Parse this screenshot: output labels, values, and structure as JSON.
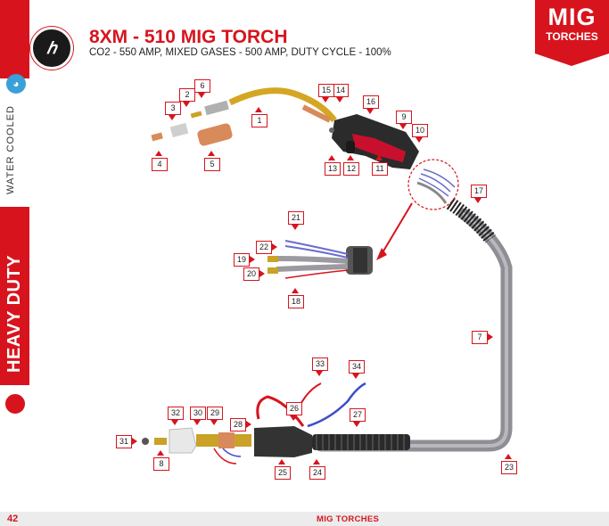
{
  "header": {
    "title": "8XM - 510 MIG TORCH",
    "subtitle": "CO2 - 550 AMP, MIXED GASES - 500 AMP, DUTY CYCLE - 100%"
  },
  "badge": {
    "line1": "MIG",
    "line2": "TORCHES"
  },
  "side": {
    "water": "WATER COOLED",
    "heavy": "HEAVY DUTY"
  },
  "footer": {
    "page": "42",
    "section": "MIG TORCHES"
  },
  "callouts": [
    "1",
    "2",
    "3",
    "4",
    "5",
    "6",
    "7",
    "8",
    "9",
    "10",
    "11",
    "12",
    "13",
    "14",
    "15",
    "16",
    "17",
    "18",
    "19",
    "20",
    "21",
    "22",
    "23",
    "24",
    "25",
    "26",
    "27",
    "28",
    "29",
    "30",
    "31",
    "32",
    "33",
    "34"
  ],
  "colors": {
    "brand_red": "#d7141d",
    "cable_gray": "#8e8e94",
    "brass": "#c9a227",
    "copper": "#d98a5a"
  }
}
